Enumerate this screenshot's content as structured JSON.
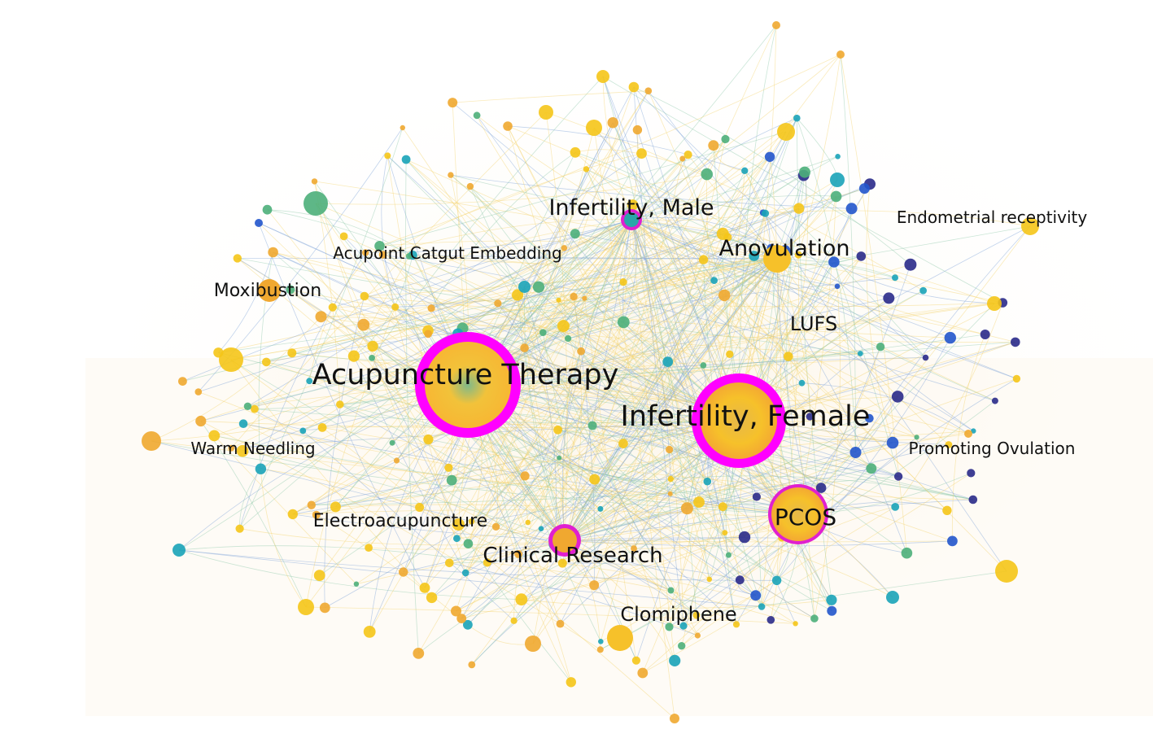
{
  "keywords": {
    "acupuncture_therapy": "Acupuncture Therapy",
    "infertility_female": "Infertility, Female",
    "infertility_male": "Infertility, Male",
    "anovulation": "Anovulation",
    "endometrial_receptivity": "Endometrial receptivity",
    "acupoint_catgut": "Acupoint Catgut Embedding",
    "moxibustion": "Moxibustion",
    "lufs": "LUFS",
    "warm_needling": "Warm Needling",
    "promoting_ovulation": "Promoting Ovulation",
    "electroacupuncture": "Electroacupuncture",
    "pcos": "PCOS",
    "clinical_research": "Clinical Research",
    "clomiphene": "Clomiphene"
  },
  "colors": {
    "burst_ring": "#ff00ff",
    "node_yellow": "#f5c518",
    "node_orange": "#f0a830",
    "node_green": "#4caf7a",
    "node_teal": "#1aa3b8",
    "node_blue": "#2255cc",
    "node_navy": "#2a2a8a",
    "edge_yellow": "#f3d36a",
    "edge_blue": "#7a9fd6",
    "edge_green": "#8cc7a8"
  }
}
